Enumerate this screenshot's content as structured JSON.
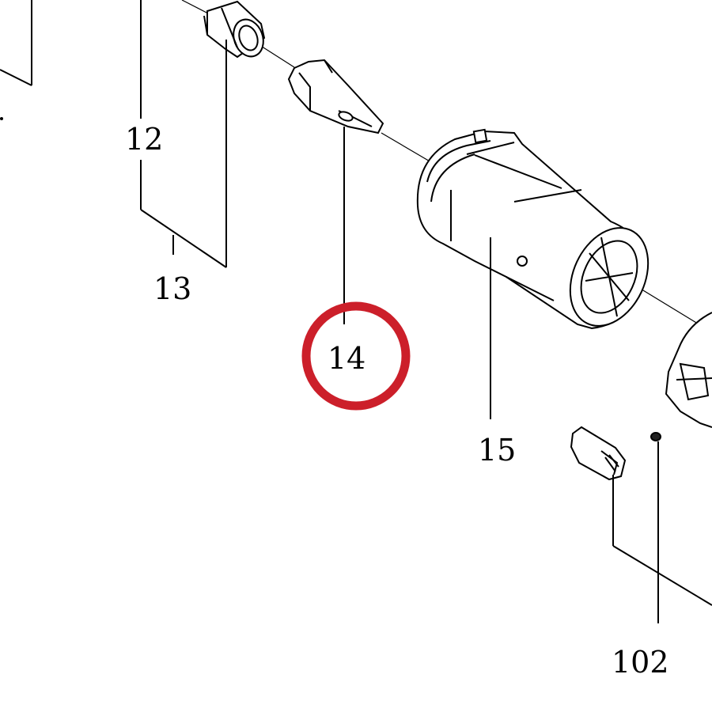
{
  "callouts": {
    "label_12": "12",
    "label_13": "13",
    "label_14": "14",
    "label_15": "15",
    "label_102": "102"
  },
  "highlight": {
    "target": "14",
    "color": "#cc1f2a"
  }
}
